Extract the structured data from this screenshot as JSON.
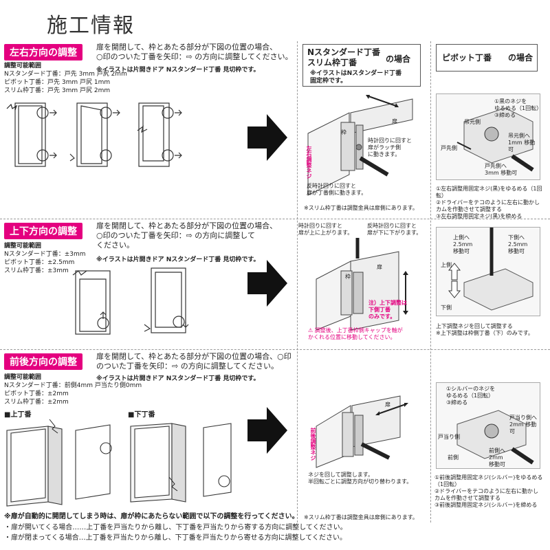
{
  "title": "施工情報",
  "headers": {
    "col2": [
      "Nスタンダード丁番",
      "スリム枠丁番"
    ],
    "col2_suffix": "の場合",
    "col3": "ピボット丁番",
    "col3_suffix": "の場合",
    "col2_note": [
      "※イラストはNスタンダード丁番",
      "固定枠です。"
    ]
  },
  "sections": [
    {
      "badge": "左右方向の調整",
      "desc": [
        "扉を開閉して、枠とあたる部分が下図の位置の場合、",
        "○印のついた丁番を矢印：⇨ の方向に調整してください。"
      ],
      "note": "※イラストは片開きドア Nスタンダード丁番 見切枠です。",
      "range_title": "調整可能範囲",
      "range": [
        "Nスタンダード丁番：戸先 3mm  戸尻 2mm",
        "ピボット丁番：戸先 3mm  戸尻 1mm",
        "スリム枠丁番：戸先 3mm  戸尻 2mm"
      ],
      "c2_labels": {
        "left_vert": "左右調整ネジ",
        "frame": "枠",
        "door": "扉",
        "cw": [
          "時計回りに回すと",
          "扉がラッチ側",
          "に動きます。"
        ],
        "ccw": [
          "反時計回りに回すと",
          "扉が丁番側に動きます。"
        ],
        "foot": "※スリム枠丁番は調整金具は扉側にあります。"
      },
      "c3_labels": {
        "step1": [
          "①黒のネジを",
          "ゆるめる（1回転）"
        ],
        "step3": "③締める",
        "hang": "吊元側",
        "hang2": [
          "吊元側へ",
          "1mm 移動可"
        ],
        "tip": "戸先側",
        "tip2": [
          "戸先側へ",
          "3mm 移動可"
        ],
        "steps": [
          "①左右調整用固定ネジ(黒)をゆるめる（1回転）",
          "②ドライバーをテコのように左右に動かし",
          "  カムを作動させて調整する",
          "③左右調整用固定ネジ(黒)を締める"
        ]
      }
    },
    {
      "badge": "上下方向の調整",
      "desc": [
        "扉を開閉して、枠とあたる部分が下図の位置の場合、",
        "○印のついた丁番を矢印：⇨ の方向に調整して",
        "ください。"
      ],
      "note": "※イラストは片開きドア Nスタンダード丁番 見切枠です。",
      "range_title": "調整可能範囲",
      "range": [
        "Nスタンダード丁番：±3mm",
        "ピボット丁番：±2.5mm",
        "スリム枠丁番：±3mm"
      ],
      "c2_labels": {
        "cw": [
          "時計回りに回すと",
          "扉が上に上がります。"
        ],
        "ccw": [
          "反時計回りに回すと",
          "扉が下に下がります。"
        ],
        "frame": "枠",
        "door": "扉",
        "warn": [
          "注）上下調整は",
          "下側丁番",
          "のみです。"
        ],
        "warn2": [
          "⚠ 調整後、上丁番枠側キャップを軸が",
          "かくれる位置に移動してください。"
        ]
      },
      "c3_labels": {
        "up": [
          "上側へ",
          "2.5mm",
          "移動可"
        ],
        "down": [
          "下側へ",
          "2.5mm",
          "移動可"
        ],
        "upside": "上側",
        "downside": "下側",
        "steps": [
          "上下調整ネジを回して調整する",
          "※上下調整は枠側丁番（下）のみです。"
        ]
      }
    },
    {
      "badge": "前後方向の調整",
      "desc": [
        "扉を開閉して、枠とあたる部分が下図の位置の場合、○印",
        "のついた丁番を矢印：⇨ の方向に調整してください。"
      ],
      "note": "※イラストは片開きドア Nスタンダード丁番 見切枠です。",
      "range_title": "調整可能範囲",
      "range": [
        "Nスタンダード丁番：前側4mm  戸当たり側0mm",
        "ピボット丁番：±2mm",
        "スリム枠丁番：±2mm"
      ],
      "sub_upper": "■上丁番",
      "sub_lower": "■下丁番",
      "c2_labels": {
        "vert": "前後調整ネジ",
        "door": "扉",
        "cap": [
          "ネジを回して調整します。",
          "半回転ごとに調整方向が切り替わります。"
        ],
        "foot": "※スリム枠丁番は調整金具は扉側にあります。"
      },
      "c3_labels": {
        "step1": [
          "①シルバーのネジを",
          "ゆるめる（1回転）"
        ],
        "step3": "③締める",
        "stop": "戸当り側",
        "stop2": [
          "戸当り側へ",
          "2mm 移動可"
        ],
        "front": "前側",
        "front2": [
          "前側へ",
          "2mm",
          "移動可"
        ],
        "steps": [
          "①前後調整用固定ネジ(シルバー)をゆるめる（1回転）",
          "②ドライバーをテコのように左右に動かし",
          "  カムを作動させて調整する",
          "③前後調整用固定ネジ(シルバー)を締める"
        ]
      }
    }
  ],
  "footer": {
    "main": "※扉が自動的に開閉してしまう時は、扉が枠にあたらない範囲で以下の調整を行ってください。",
    "lines": [
      "・扉が開いてくる場合……上丁番を戸当たりから離し、下丁番を戸当たりから寄する方向に調整してください。",
      "・扉が閉まってくる場合…上丁番を戸当たりから離し、下丁番を戸当たりから寄せる方向に調整してください。"
    ]
  }
}
